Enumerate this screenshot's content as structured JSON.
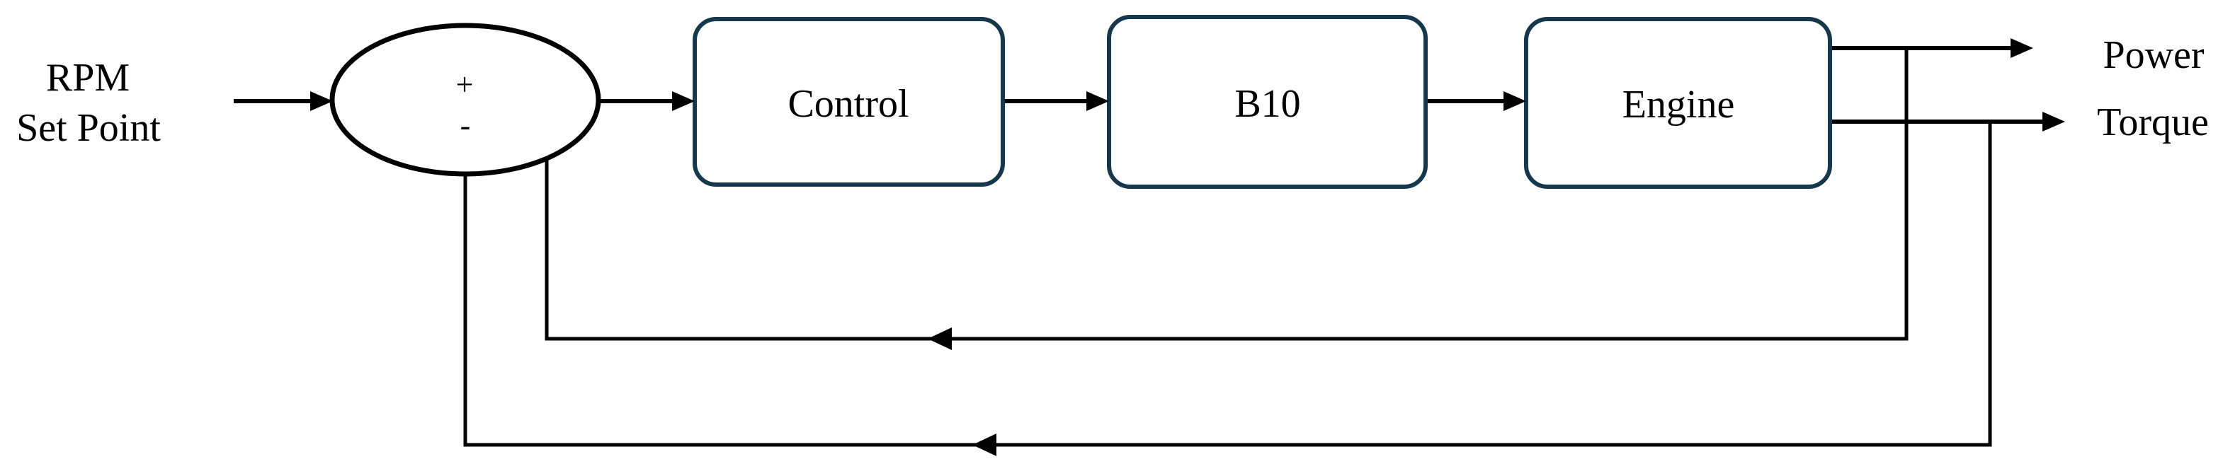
{
  "labels": {
    "input_line1": "RPM",
    "input_line2": "Set Point",
    "sum_plus": "+",
    "sum_minus": "-",
    "block_control": "Control",
    "block_b10": "B10",
    "block_engine": "Engine",
    "output_power": "Power",
    "output_torque": "Torque"
  },
  "colors": {
    "background": "#ffffff",
    "line": "#000000",
    "text": "#000000",
    "block_border": "#16384d",
    "block_fill": "#ffffff"
  },
  "diagram": {
    "type": "feedback-control-block-diagram",
    "nodes": [
      "RPM Set Point",
      "Summing Junction",
      "Control",
      "B10",
      "Engine",
      "Power",
      "Torque"
    ],
    "edges": [
      {
        "from": "RPM Set Point",
        "to": "Summing Junction",
        "sign": "+"
      },
      {
        "from": "Summing Junction",
        "to": "Control"
      },
      {
        "from": "Control",
        "to": "B10"
      },
      {
        "from": "B10",
        "to": "Engine"
      },
      {
        "from": "Engine",
        "to": "Power"
      },
      {
        "from": "Engine",
        "to": "Torque"
      },
      {
        "from": "Power",
        "to": "Summing Junction",
        "type": "feedback"
      },
      {
        "from": "Torque",
        "to": "Summing Junction",
        "type": "feedback",
        "sign": "-"
      }
    ]
  }
}
